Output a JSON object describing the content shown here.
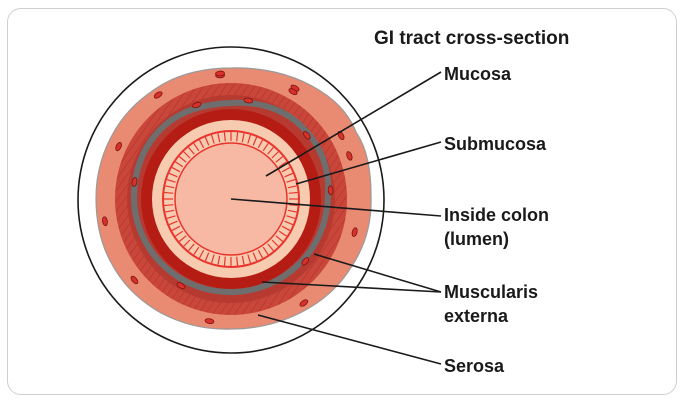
{
  "title": "GI tract cross-section",
  "labels": {
    "mucosa": "Mucosa",
    "submucosa": "Submucosa",
    "lumen_line1": "Inside colon",
    "lumen_line2": "(lumen)",
    "muscularis_line1": "Muscularis",
    "muscularis_line2": "externa",
    "serosa": "Serosa"
  },
  "colors": {
    "outer_ring": "#ffffff",
    "serosa": "#e98a73",
    "muscularis": "#c9463a",
    "muscularis_dark": "#a8281e",
    "nerve_plexus": "#6e6e6e",
    "submucosa": "#b51d14",
    "mucosa_band": "#f6cbb0",
    "mucosa_folds": "#e9342d",
    "lumen": "#f7b9a3",
    "vessel": "#d8302a"
  }
}
